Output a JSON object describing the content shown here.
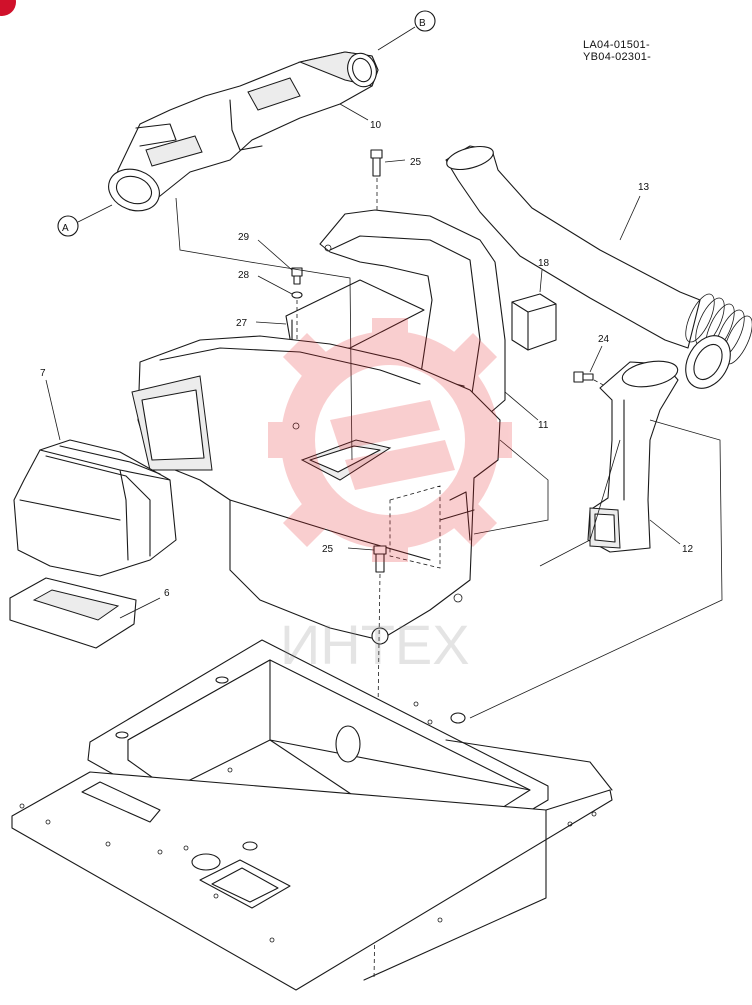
{
  "serial_numbers": [
    "LA04-01501-",
    "YB04-02301-"
  ],
  "callouts": {
    "A": "A",
    "B": "B"
  },
  "parts": {
    "p6": "6",
    "p7": "7",
    "p10": "10",
    "p11": "11",
    "p12": "12",
    "p13": "13",
    "p18": "18",
    "p24": "24",
    "p25_top": "25",
    "p25_mid": "25",
    "p27": "27",
    "p28": "28",
    "p29": "29"
  },
  "watermark": {
    "text": "ИНТЕХ",
    "color": "#e8262a"
  },
  "corner_badge_color": "#d0112b"
}
